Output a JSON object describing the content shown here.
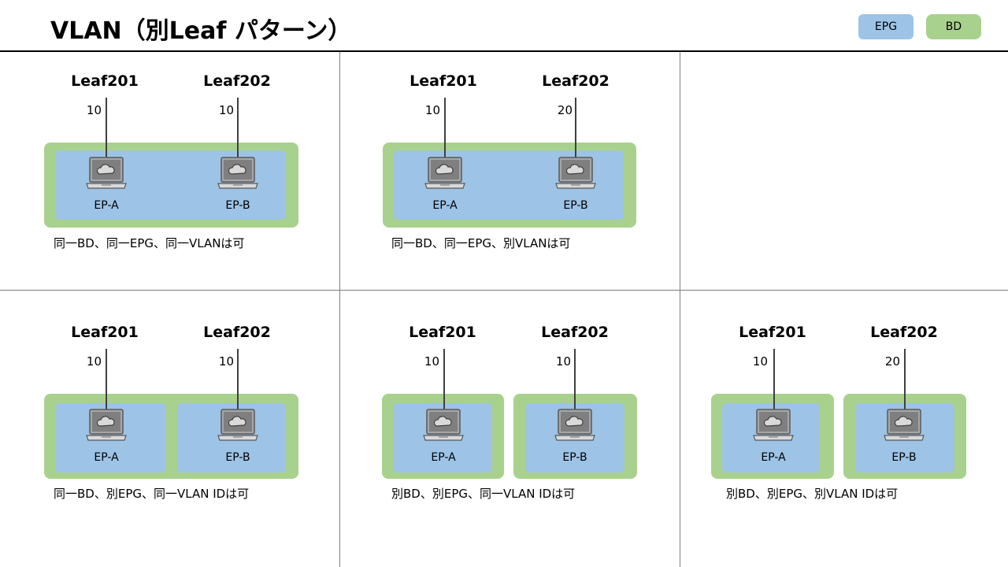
{
  "title": "VLAN（別Leaf パターン）",
  "legend": {
    "epg": "EPG",
    "bd": "BD"
  },
  "colors": {
    "bd": "#a9d18e",
    "epg": "#9dc3e6"
  },
  "panels": [
    {
      "leafs": [
        {
          "name": "Leaf201",
          "vlan": "10"
        },
        {
          "name": "Leaf202",
          "vlan": "10"
        }
      ],
      "endpoints": [
        "EP-A",
        "EP-B"
      ],
      "caption": "同一BD、同一EPG、同一VLANは可"
    },
    {
      "leafs": [
        {
          "name": "Leaf201",
          "vlan": "10"
        },
        {
          "name": "Leaf202",
          "vlan": "20"
        }
      ],
      "endpoints": [
        "EP-A",
        "EP-B"
      ],
      "caption": "同一BD、同一EPG、別VLANは可"
    },
    {
      "leafs": [
        {
          "name": "Leaf201",
          "vlan": "10"
        },
        {
          "name": "Leaf202",
          "vlan": "10"
        }
      ],
      "endpoints": [
        "EP-A",
        "EP-B"
      ],
      "caption": "同一BD、別EPG、同一VLAN IDは可"
    },
    {
      "leafs": [
        {
          "name": "Leaf201",
          "vlan": "10"
        },
        {
          "name": "Leaf202",
          "vlan": "10"
        }
      ],
      "endpoints": [
        "EP-A",
        "EP-B"
      ],
      "caption": "別BD、別EPG、同一VLAN IDは可"
    },
    {
      "leafs": [
        {
          "name": "Leaf201",
          "vlan": "10"
        },
        {
          "name": "Leaf202",
          "vlan": "20"
        }
      ],
      "endpoints": [
        "EP-A",
        "EP-B"
      ],
      "caption": "別BD、別EPG、別VLAN IDは可"
    }
  ]
}
